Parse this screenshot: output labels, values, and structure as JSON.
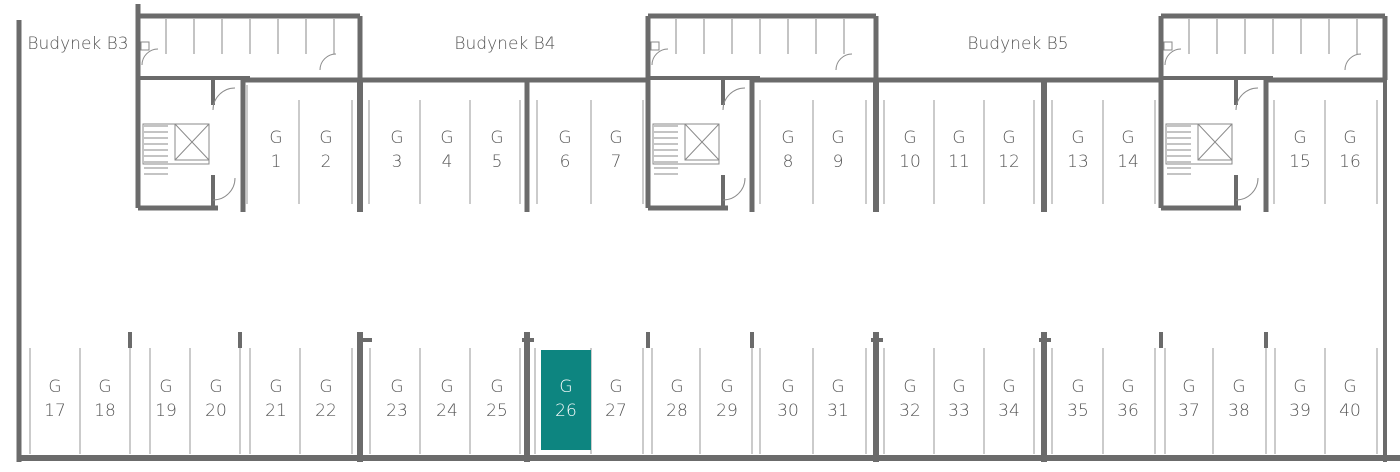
{
  "buildings": [
    {
      "id": "b3",
      "label": "Budynek B3"
    },
    {
      "id": "b4",
      "label": "Budynek B4"
    },
    {
      "id": "b5",
      "label": "Budynek B5"
    }
  ],
  "garages": [
    {
      "letter": "G",
      "number": "1"
    },
    {
      "letter": "G",
      "number": "2"
    },
    {
      "letter": "G",
      "number": "3"
    },
    {
      "letter": "G",
      "number": "4"
    },
    {
      "letter": "G",
      "number": "5"
    },
    {
      "letter": "G",
      "number": "6"
    },
    {
      "letter": "G",
      "number": "7"
    },
    {
      "letter": "G",
      "number": "8"
    },
    {
      "letter": "G",
      "number": "9"
    },
    {
      "letter": "G",
      "number": "10"
    },
    {
      "letter": "G",
      "number": "11"
    },
    {
      "letter": "G",
      "number": "12"
    },
    {
      "letter": "G",
      "number": "13"
    },
    {
      "letter": "G",
      "number": "14"
    },
    {
      "letter": "G",
      "number": "15"
    },
    {
      "letter": "G",
      "number": "16"
    },
    {
      "letter": "G",
      "number": "17"
    },
    {
      "letter": "G",
      "number": "18"
    },
    {
      "letter": "G",
      "number": "19"
    },
    {
      "letter": "G",
      "number": "20"
    },
    {
      "letter": "G",
      "number": "21"
    },
    {
      "letter": "G",
      "number": "22"
    },
    {
      "letter": "G",
      "number": "23"
    },
    {
      "letter": "G",
      "number": "24"
    },
    {
      "letter": "G",
      "number": "25"
    },
    {
      "letter": "G",
      "number": "26"
    },
    {
      "letter": "G",
      "number": "27"
    },
    {
      "letter": "G",
      "number": "28"
    },
    {
      "letter": "G",
      "number": "29"
    },
    {
      "letter": "G",
      "number": "30"
    },
    {
      "letter": "G",
      "number": "31"
    },
    {
      "letter": "G",
      "number": "32"
    },
    {
      "letter": "G",
      "number": "33"
    },
    {
      "letter": "G",
      "number": "34"
    },
    {
      "letter": "G",
      "number": "35"
    },
    {
      "letter": "G",
      "number": "36"
    },
    {
      "letter": "G",
      "number": "37"
    },
    {
      "letter": "G",
      "number": "38"
    },
    {
      "letter": "G",
      "number": "39"
    },
    {
      "letter": "G",
      "number": "40"
    }
  ],
  "selected_garage": "26",
  "colors": {
    "selected": "#0d8580",
    "wall": "#6b6b6b",
    "label": "#555555"
  }
}
